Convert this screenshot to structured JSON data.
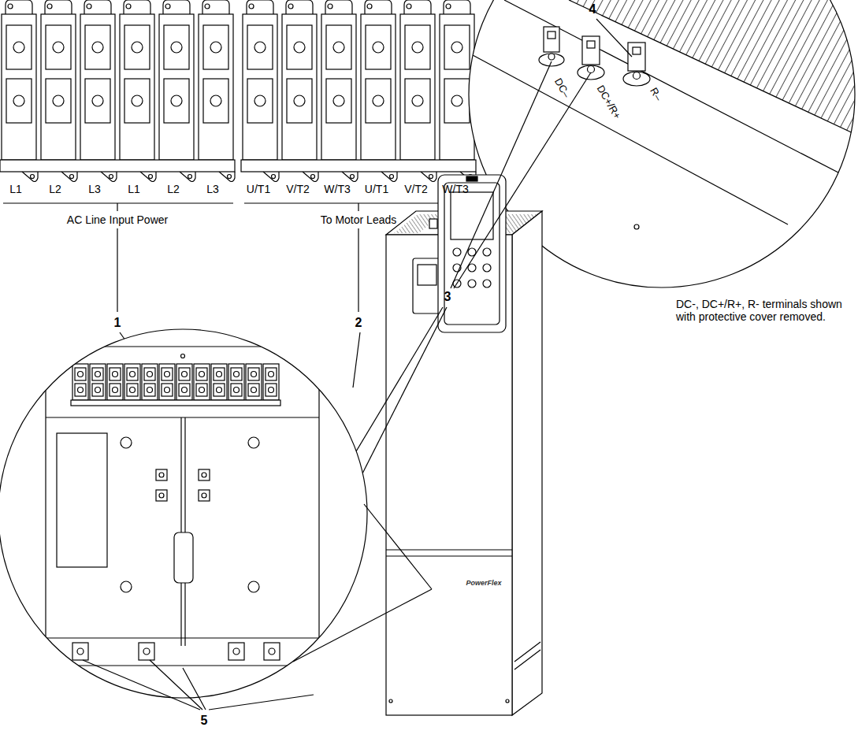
{
  "diagram": {
    "labels": [
      "L1",
      "L2",
      "L3",
      "L1",
      "L2",
      "L3",
      "U/T1",
      "V/T2",
      "W/T3",
      "U/T1",
      "V/T2",
      "W/T3",
      "AC Line Input Power",
      "To Motor Leads",
      "4",
      "DC–",
      "DC+/R+",
      "R–",
      "1",
      "2",
      "3",
      "DC-, DC+/R+, R- terminals shown with protective cover removed.",
      "5",
      "PowerFlex"
    ]
  }
}
